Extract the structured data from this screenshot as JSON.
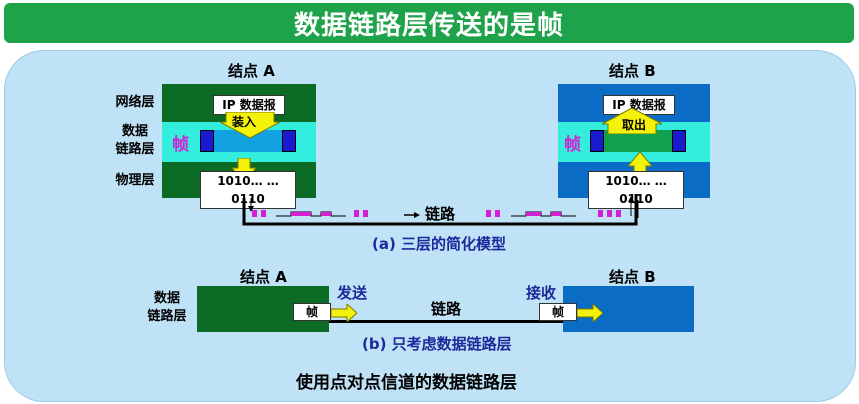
{
  "title": "数据链路层传送的是帧",
  "diagram_a": {
    "node_a": "结点 A",
    "node_b": "结点 B",
    "layer_network": "网络层",
    "layer_datalink_1": "数据",
    "layer_datalink_2": "链路层",
    "layer_physical": "物理层",
    "ip_packet": "IP 数据报",
    "encapsulate": "装入",
    "extract": "取出",
    "frame": "帧",
    "bits": "1010… …0110",
    "link": "链路",
    "caption": "(a) 三层的简化模型"
  },
  "diagram_b": {
    "node_a": "结点 A",
    "node_b": "结点 B",
    "layer_datalink_1": "数据",
    "layer_datalink_2": "链路层",
    "send": "发送",
    "receive": "接收",
    "frame": "帧",
    "link": "链路",
    "caption": "(b) 只考虑数据链路层"
  },
  "footer": "使用点对点信道的数据链路层",
  "colors": {
    "title_bar": "#1fa34a",
    "panel": "#bfe2f6",
    "node_a_dark": "#0b6a24",
    "node_b_dark": "#0a6cc4",
    "datalink_band": "#33eedd",
    "frame_magenta": "#d51fd3",
    "arrow_yellow": "#f4f20a",
    "caption_blue": "#1a2a9a"
  }
}
